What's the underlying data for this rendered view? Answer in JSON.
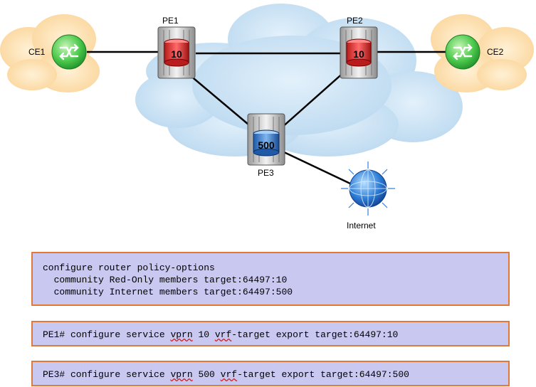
{
  "nodes": {
    "ce1": "CE1",
    "ce2": "CE2",
    "pe1": {
      "name": "PE1",
      "service": "10"
    },
    "pe2": {
      "name": "PE2",
      "service": "10"
    },
    "pe3": {
      "name": "PE3",
      "service": "500"
    },
    "internet": "Internet"
  },
  "config": {
    "block1": {
      "line1": "configure router policy-options",
      "line2": "  community Red-Only members target:64497:10",
      "line3": "  community Internet members target:64497:500"
    },
    "pe1_cmd": {
      "prefix": "PE1# configure service ",
      "kw1": "vprn",
      "mid": " 10 ",
      "kw2": "vrf",
      "suffix": "-target export target:64497:10"
    },
    "pe3_cmd": {
      "prefix": "PE3# configure service ",
      "kw1": "vprn",
      "mid": " 500 ",
      "kw2": "vrf",
      "suffix": "-target export target:64497:500"
    }
  },
  "colors": {
    "red_vrf": "#e03030",
    "blue_vrf": "#3a7fd0",
    "box_fill": "#c9c8f0",
    "box_border": "#e07a3a",
    "cloud": "#cfe6f7",
    "ce_cloud": "#fde3b4",
    "ce_router": "#4cc94c"
  },
  "icons": {
    "pe_router": "pe-router-icon",
    "ce_router": "ce-router-icon",
    "internet": "globe-icon"
  }
}
